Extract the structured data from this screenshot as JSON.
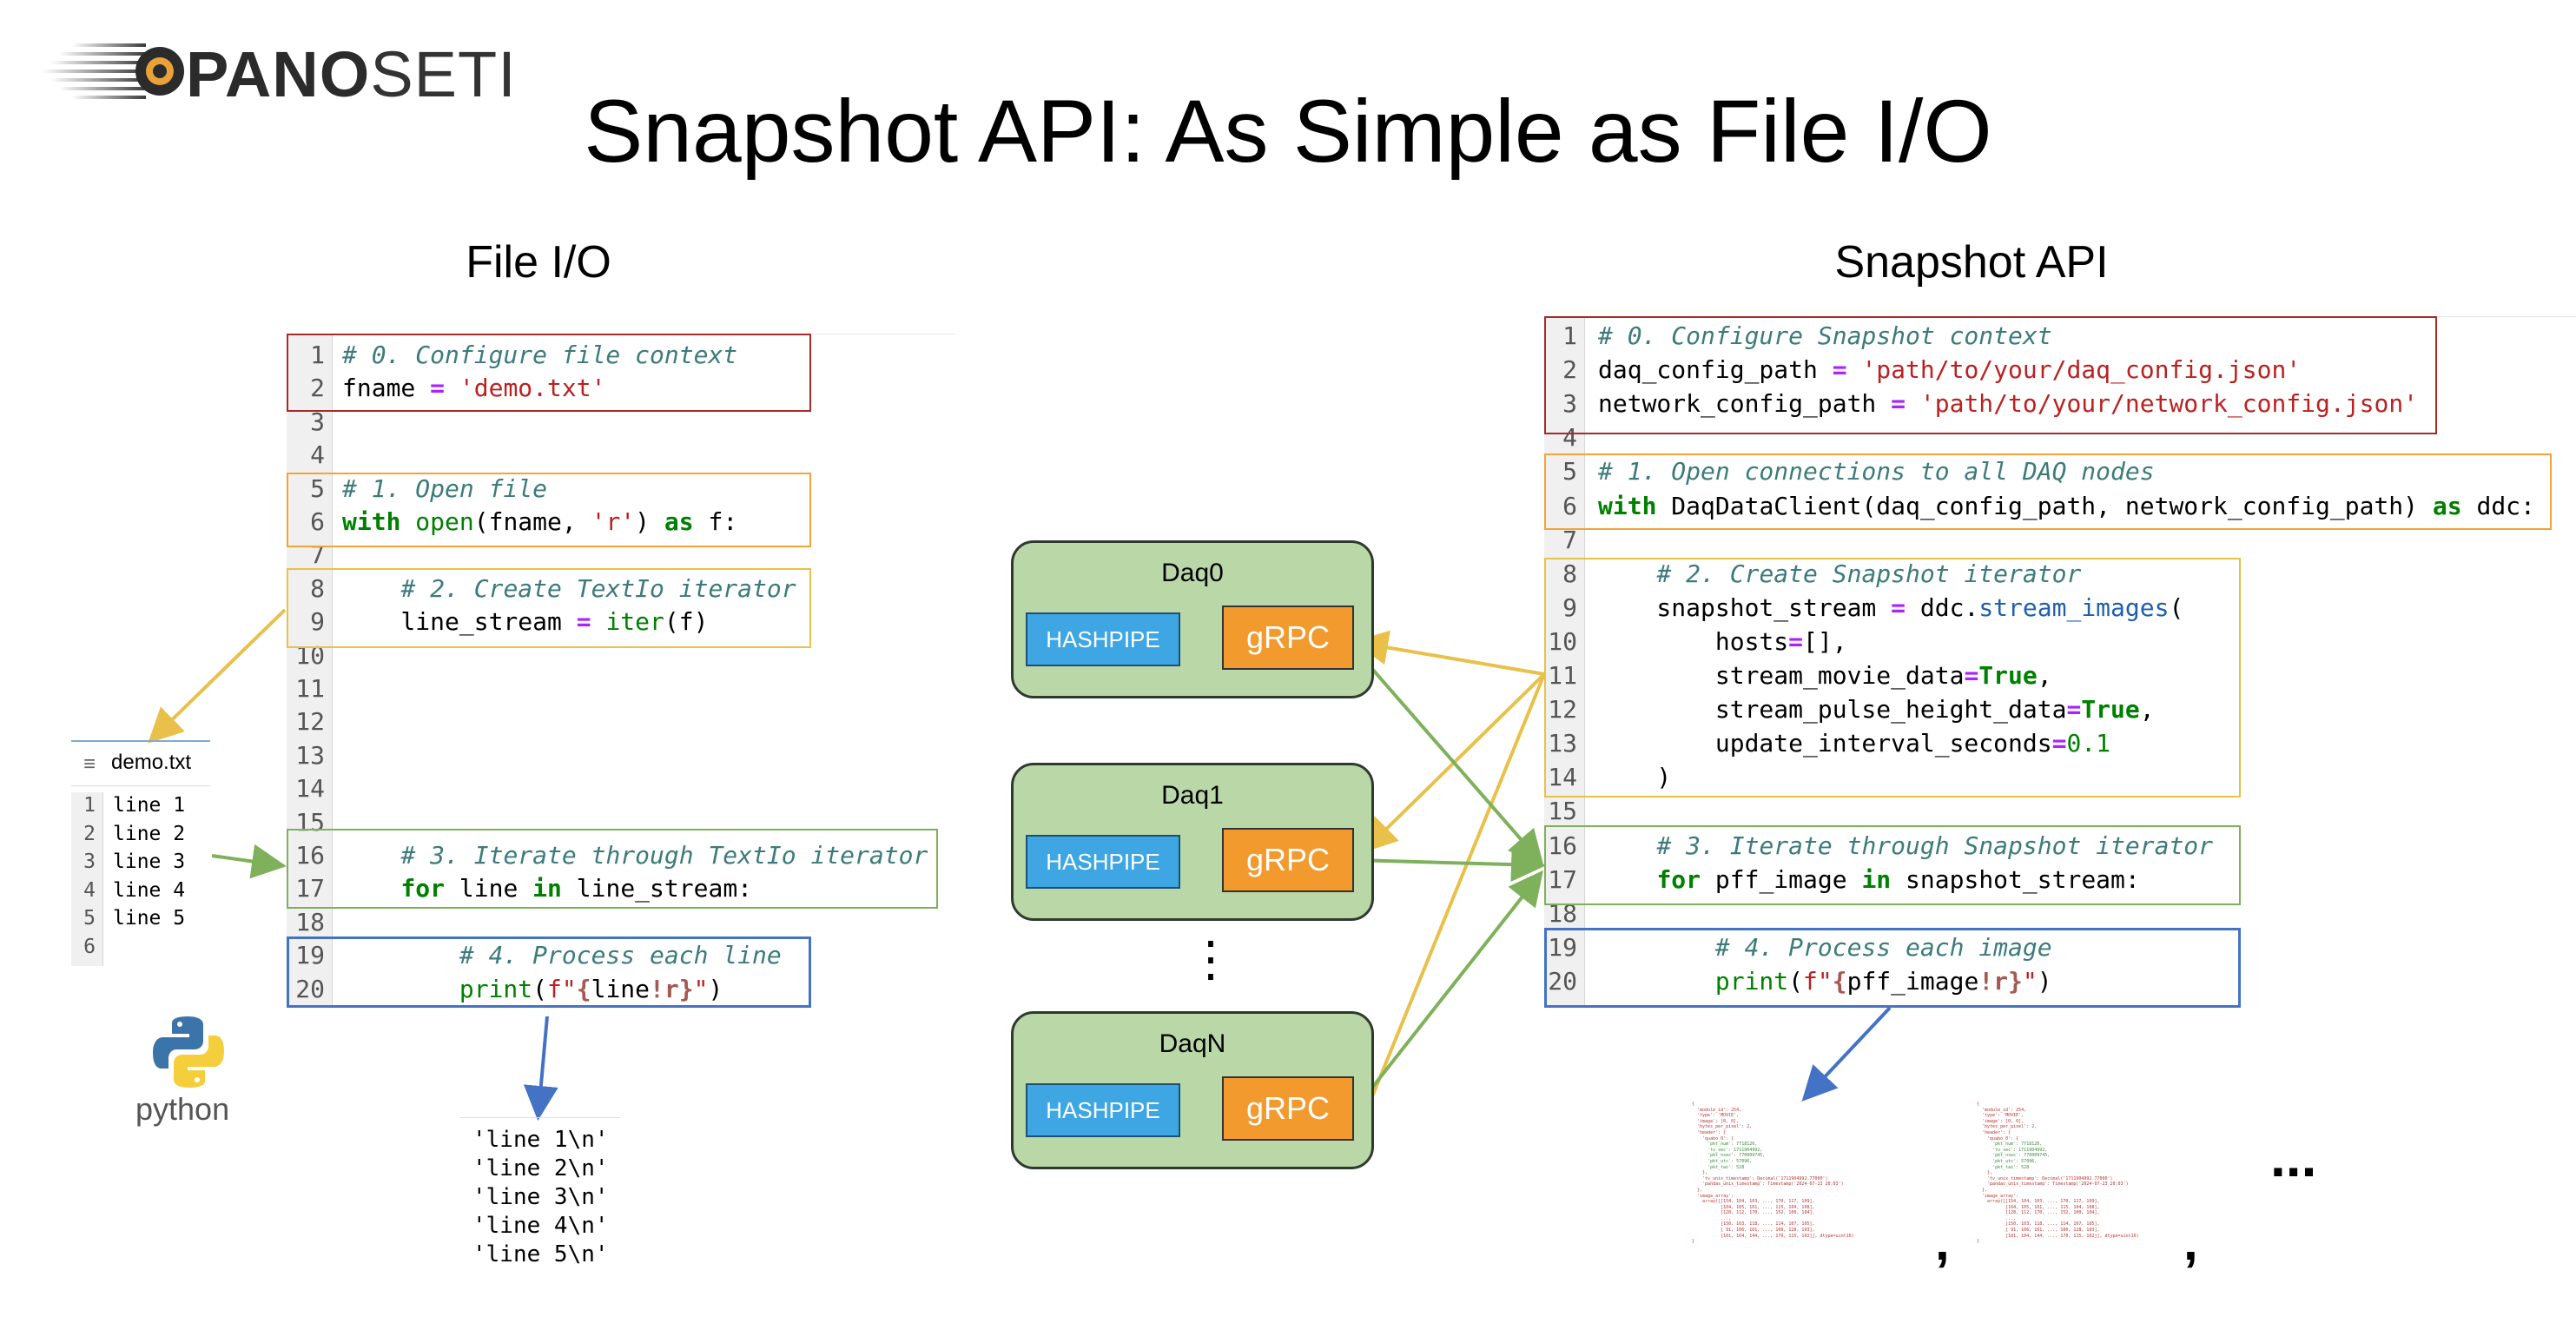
{
  "title": "Snapshot API: As Simple as File I/O",
  "logo": {
    "bold": "PANO",
    "light": "SETI"
  },
  "left": {
    "heading": "File I/O",
    "code_lines": [
      "# 0. Configure file context",
      "fname = 'demo.txt'",
      "",
      "",
      "# 1. Open file",
      "with open(fname, 'r') as f:",
      "",
      "    # 2. Create TextIo iterator",
      "    line_stream = iter(f)",
      "",
      "",
      "",
      "",
      "",
      "",
      "    # 3. Iterate through TextIo iterator",
      "    for line in line_stream:",
      "",
      "        # 4. Process each line",
      "        print(f\"{line!r}\")"
    ],
    "file": {
      "name": "demo.txt",
      "lines": [
        "line 1",
        "line 2",
        "line 3",
        "line 4",
        "line 5",
        ""
      ]
    },
    "python_label": "python",
    "output": [
      "'line 1\\n'",
      "'line 2\\n'",
      "'line 3\\n'",
      "'line 4\\n'",
      "'line 5\\n'"
    ]
  },
  "middle": {
    "nodes": [
      {
        "label": "Daq0",
        "hashpipe": "HASHPIPE",
        "grpc": "gRPC"
      },
      {
        "label": "Daq1",
        "hashpipe": "HASHPIPE",
        "grpc": "gRPC"
      },
      {
        "label": "DaqN",
        "hashpipe": "HASHPIPE",
        "grpc": "gRPC"
      }
    ],
    "ellipsis": "⋮"
  },
  "right": {
    "heading": "Snapshot API",
    "code_lines": [
      "# 0. Configure Snapshot context",
      "daq_config_path = 'path/to/your/daq_config.json'",
      "network_config_path = 'path/to/your/network_config.json'",
      "",
      "# 1. Open connections to all DAQ nodes",
      "with DaqDataClient(daq_config_path, network_config_path) as ddc:",
      "",
      "    # 2. Create Snapshot iterator",
      "    snapshot_stream = ddc.stream_images(",
      "        hosts=[],",
      "        stream_movie_data=True,",
      "        stream_pulse_height_data=True,",
      "        update_interval_seconds=0.1",
      "    )",
      "",
      "    # 3. Iterate through Snapshot iterator",
      "    for pff_image in snapshot_stream:",
      "",
      "        # 4. Process each image",
      "        print(f\"{pff_image!r}\")"
    ],
    "comma": ",",
    "trailing_ellipsis": "..."
  },
  "colors": {
    "red": "#a52a2a",
    "orange": "#f2a33a",
    "yellow": "#e8c04a",
    "green": "#7fb05c",
    "blue": "#4472c4",
    "daq_fill": "#b9d7a7",
    "hashpipe": "#3ea7e3",
    "grpc": "#f29a2e"
  }
}
